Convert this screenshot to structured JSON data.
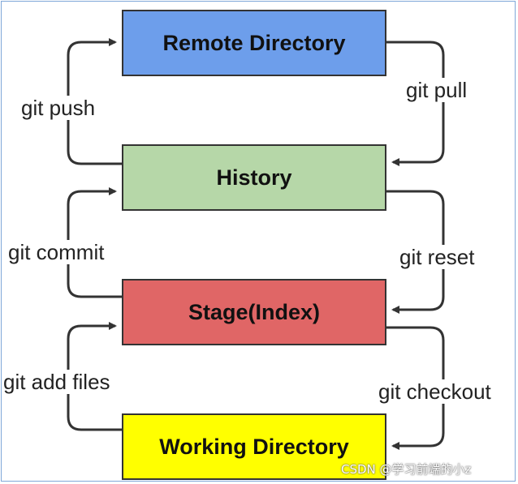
{
  "colors": {
    "remote": "#6d9eeb",
    "history": "#b6d7a8",
    "stage": "#e06666",
    "working": "#ffff00",
    "arrow": "#333333",
    "frame": "#7fa7d8"
  },
  "boxes": {
    "remote": "Remote Directory",
    "history": "History",
    "stage": "Stage(Index)",
    "working": "Working Directory"
  },
  "labels": {
    "push": "git push",
    "pull": "git pull",
    "commit": "git commit",
    "reset": "git reset",
    "add": "git add files",
    "checkout": "git checkout"
  },
  "watermark": "CSDN @学习前端的小z"
}
